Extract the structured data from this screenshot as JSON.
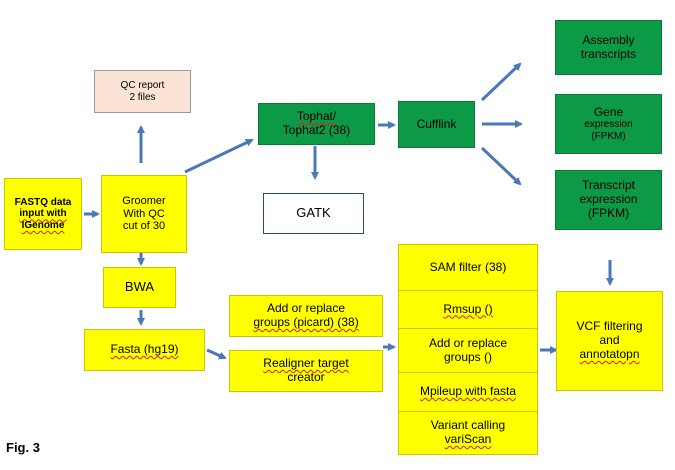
{
  "nodes": {
    "fastq": [
      "FASTQ data",
      "input with",
      "IGenome"
    ],
    "groomer": [
      "Groomer",
      "With QC",
      "cut of 30"
    ],
    "qc_report": [
      "QC report",
      "2 files"
    ],
    "bwa": "BWA",
    "fasta": "Fasta (hg19)",
    "tophat": [
      "Tophat/",
      "Tophat2 (38)"
    ],
    "cufflink": "Cufflink",
    "gatk": "GATK",
    "assembly": [
      "Assembly",
      "transcripts"
    ],
    "gene": [
      "Gene",
      "expression",
      "(FPKM)"
    ],
    "transcript": [
      "Transcript",
      "expression",
      "(FPKM)"
    ],
    "add_replace_groups": [
      "Add or replace",
      "groups (picard) (38)"
    ],
    "realigner": [
      "Realigner target",
      "creator"
    ],
    "sam_filter": "SAM filter (38)",
    "rmsup": "Rmsup ()",
    "add_replace_groups2": [
      "Add or replace",
      "groups ()"
    ],
    "mpileup": "Mpileup with fasta",
    "variant_calling": [
      "Variant calling",
      "variScan"
    ],
    "vcf_filtering": [
      "VCF filtering",
      "and",
      "annotatopn"
    ]
  },
  "caption": "Fig. 3",
  "colors": {
    "yellow": "#ffff00",
    "green": "#0c9a47",
    "peach": "#fbe4d5",
    "arrow": "#4a78b8"
  }
}
